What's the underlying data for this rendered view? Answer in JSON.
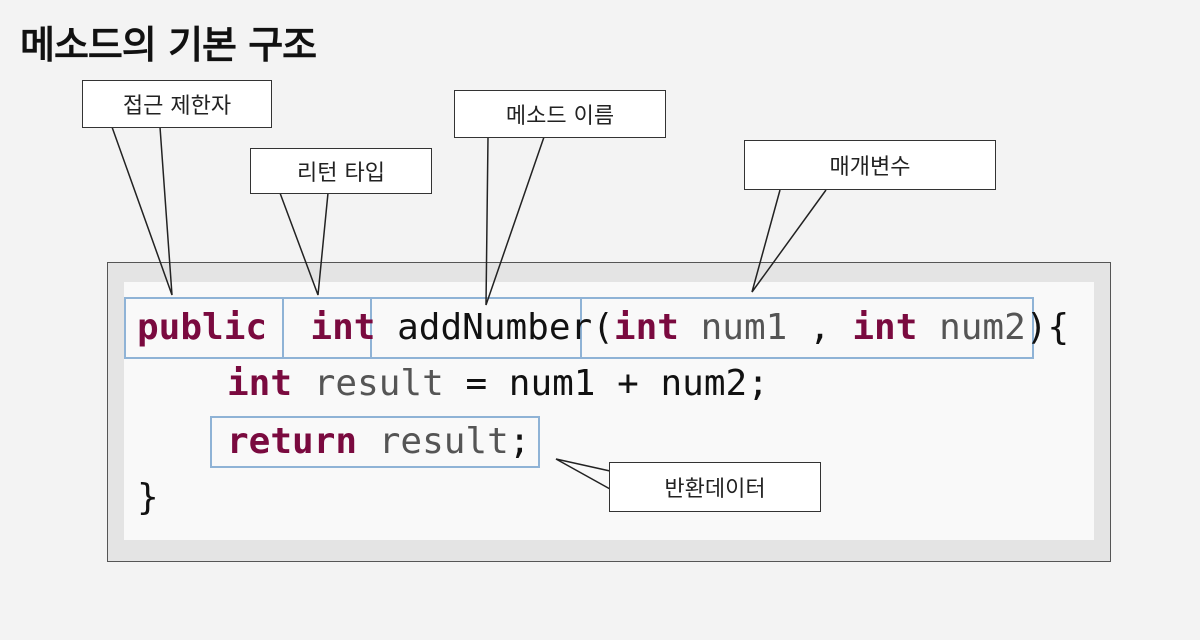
{
  "title": "메소드의 기본 구조",
  "callouts": {
    "access_modifier": "접근 제한자",
    "return_type": "리턴 타입",
    "method_name": "메소드 이름",
    "parameters": "매개변수",
    "return_data": "반환데이터"
  },
  "code": {
    "line1": {
      "kw_public": "public",
      "kw_int": "int",
      "method": "addNumber",
      "open_paren": "(",
      "param_type1": "int",
      "param_name1": "num1",
      "comma": " , ",
      "param_type2": "int",
      "param_name2": "num2",
      "close": "){"
    },
    "line2": {
      "kw_int": "int",
      "var_result": "result",
      "expr": " = num1 + num2;"
    },
    "line3": {
      "kw_return": "return",
      "var_result": "result",
      "semicolon": ";"
    },
    "line4": "}"
  },
  "colors": {
    "keyword": "#7a0a3f",
    "highlight_border": "#8fb3d6"
  }
}
